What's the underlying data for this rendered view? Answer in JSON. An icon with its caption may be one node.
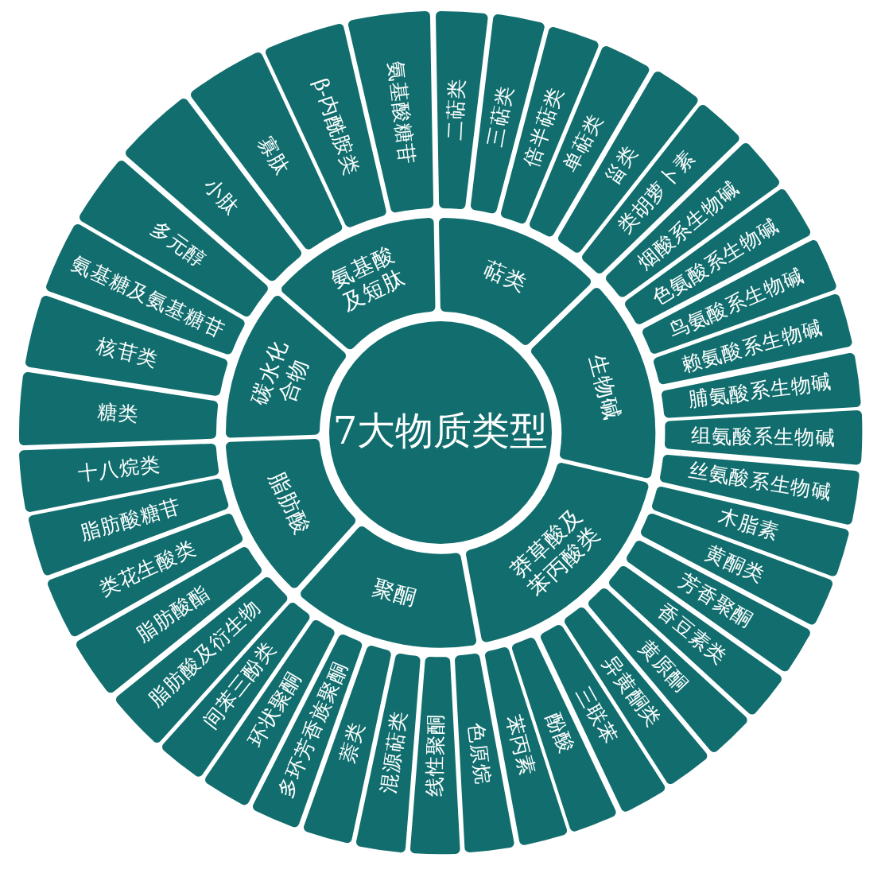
{
  "diagram": {
    "nodes": [
      {
        "text": [
          "7大物质类型"
        ]
      },
      {
        "text": [
          "萜类"
        ]
      },
      {
        "text": [
          "生物碱"
        ]
      },
      {
        "text": [
          "莽草酸及苯丙酸类"
        ]
      },
      {
        "text": [
          "聚酮"
        ]
      },
      {
        "text": [
          "脂肪酸"
        ]
      },
      {
        "text": [
          "碳水化合物"
        ]
      },
      {
        "text": [
          "氨基酸及短肽"
        ]
      },
      {
        "text": [
          "二萜类"
        ]
      },
      {
        "text": [
          "三萜类"
        ]
      },
      {
        "text": [
          "倍半萜类"
        ]
      },
      {
        "text": [
          "单萜类"
        ]
      },
      {
        "text": [
          "甾类"
        ]
      },
      {
        "text": [
          "类胡萝卜素"
        ]
      },
      {
        "text": [
          "烟酸系生物碱"
        ]
      },
      {
        "text": [
          "色氨酸系生物碱"
        ]
      },
      {
        "text": [
          "鸟氨酸系生物碱"
        ]
      },
      {
        "text": [
          "赖氨酸系生物碱"
        ]
      },
      {
        "text": [
          "脯氨酸系生物碱"
        ]
      },
      {
        "text": [
          "组氨酸系生物碱"
        ]
      },
      {
        "text": [
          "丝氨酸系生物碱"
        ]
      },
      {
        "text": [
          "木脂素"
        ]
      },
      {
        "text": [
          "黄酮类"
        ]
      },
      {
        "text": [
          "芳香聚酮"
        ]
      },
      {
        "text": [
          "香豆素类"
        ]
      },
      {
        "text": [
          "黄原酮"
        ]
      },
      {
        "text": [
          "异黄酮类"
        ]
      },
      {
        "text": [
          "三联苯"
        ]
      },
      {
        "text": [
          "酚酸"
        ]
      },
      {
        "text": [
          "苯丙素"
        ]
      },
      {
        "text": [
          "色原烷"
        ]
      },
      {
        "text": [
          "线性聚酮"
        ]
      },
      {
        "text": [
          "混源萜类"
        ]
      },
      {
        "text": [
          "萘类"
        ]
      },
      {
        "text": [
          "多环芳香族聚酮"
        ]
      },
      {
        "text": [
          "环状聚酮"
        ]
      },
      {
        "text": [
          "间苯三酚类"
        ]
      },
      {
        "text": [
          "脂肪酸及衍生物"
        ]
      },
      {
        "text": [
          "脂肪酸酯"
        ]
      },
      {
        "text": [
          "类花生酸类"
        ]
      },
      {
        "text": [
          "脂肪酸糖苷"
        ]
      },
      {
        "text": [
          "十八烷类"
        ]
      },
      {
        "text": [
          "糖类"
        ]
      },
      {
        "text": [
          "核苷类"
        ]
      },
      {
        "text": [
          "氨基糖及氨基糖苷"
        ]
      },
      {
        "text": [
          "多元醇"
        ]
      },
      {
        "text": [
          "小肽"
        ]
      },
      {
        "text": [
          "寡肽"
        ]
      },
      {
        "text": [
          "β-内酰胺类"
        ]
      },
      {
        "text": [
          "氨基酸糖苷"
        ]
      }
    ]
  }
}
